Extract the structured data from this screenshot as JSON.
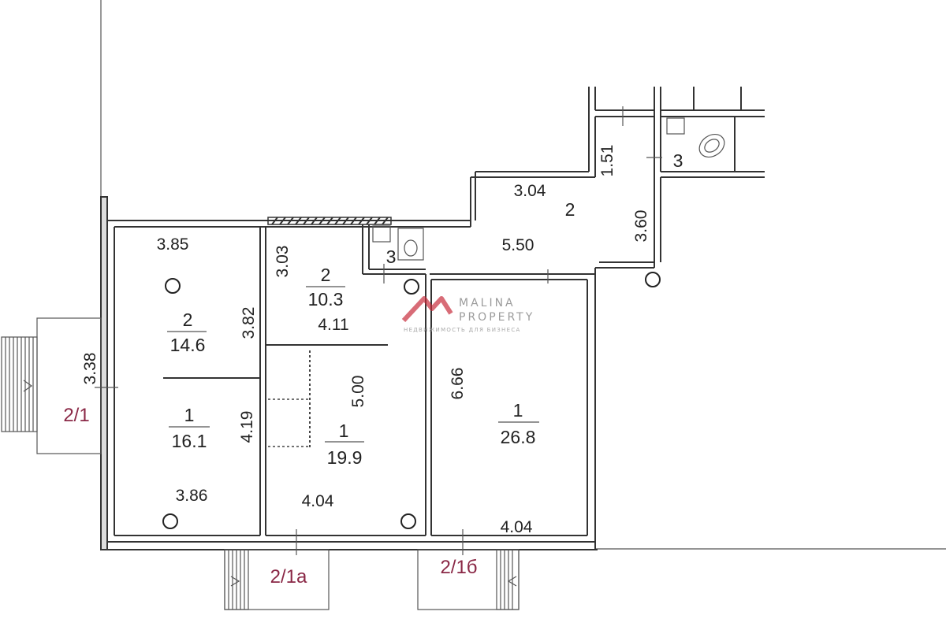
{
  "brand": {
    "name_line1": "MALINA",
    "name_line2": "PROPERTY",
    "tagline": "НЕДВИЖИМОСТЬ ДЛЯ БИЗНЕСА",
    "mark_color": "#c62837"
  },
  "rooms": {
    "left_upper": {
      "number": "2",
      "area": "14.6",
      "width": "3.85",
      "depth": "3.82"
    },
    "left_lower": {
      "number": "1",
      "area": "16.1",
      "width": "3.86",
      "depth": "4.19"
    },
    "mid_upper": {
      "number": "2",
      "area": "10.3",
      "width": "4.11",
      "depth": "3.03"
    },
    "mid_lower": {
      "number": "1",
      "area": "19.9",
      "width": "4.04",
      "depth": "5.00"
    },
    "wc_mid": {
      "number": "3"
    },
    "corridor": {
      "number": "2",
      "width": "3.04",
      "length": "5.50",
      "depth": "3.60",
      "depth_b": "1.51"
    },
    "wc_right": {
      "number": "3"
    },
    "right_hall": {
      "number": "1",
      "area": "26.8",
      "width": "4.04",
      "depth": "6.66"
    }
  },
  "porch_left": {
    "label": "2/1",
    "depth": "3.38"
  },
  "entrances": {
    "bottom_left": "2/1а",
    "bottom_right": "2/1б"
  },
  "colors": {
    "walls": "#333333",
    "entrance_labels": "#8a2846"
  }
}
